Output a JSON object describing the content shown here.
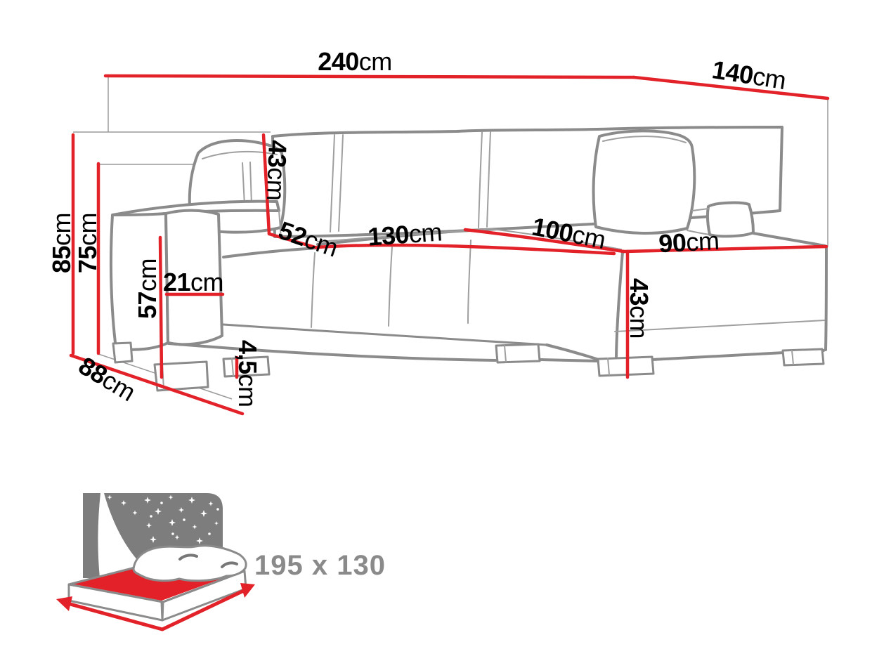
{
  "colors": {
    "dimension_red": "#e32129",
    "sofa_outline_gray": "#8b8b8b",
    "text_black": "#000000",
    "icon_panel_gray": "#7d7d7d",
    "bed_label_gray": "#8a8a8a"
  },
  "dimensions": {
    "total_width": {
      "value": "240",
      "unit": "cm"
    },
    "corner_depth": {
      "value": "140",
      "unit": "cm"
    },
    "total_height": {
      "value": "85",
      "unit": "cm"
    },
    "back_height": {
      "value": "75",
      "unit": "cm"
    },
    "armrest_height": {
      "value": "57",
      "unit": "cm"
    },
    "armrest_width": {
      "value": "21",
      "unit": "cm"
    },
    "base_depth": {
      "value": "88",
      "unit": "cm"
    },
    "backrest_cushion_height": {
      "value": "43",
      "unit": "cm"
    },
    "seat_depth": {
      "value": "52",
      "unit": "cm"
    },
    "seat_width": {
      "value": "130",
      "unit": "cm"
    },
    "corner_seat_depth": {
      "value": "100",
      "unit": "cm"
    },
    "chaise_width": {
      "value": "90",
      "unit": "cm"
    },
    "seat_height": {
      "value": "43",
      "unit": "cm"
    },
    "leg_height": {
      "value": "4,5",
      "unit": "cm"
    }
  },
  "sleeping_function": {
    "bed_size_label": "195 x 130"
  }
}
